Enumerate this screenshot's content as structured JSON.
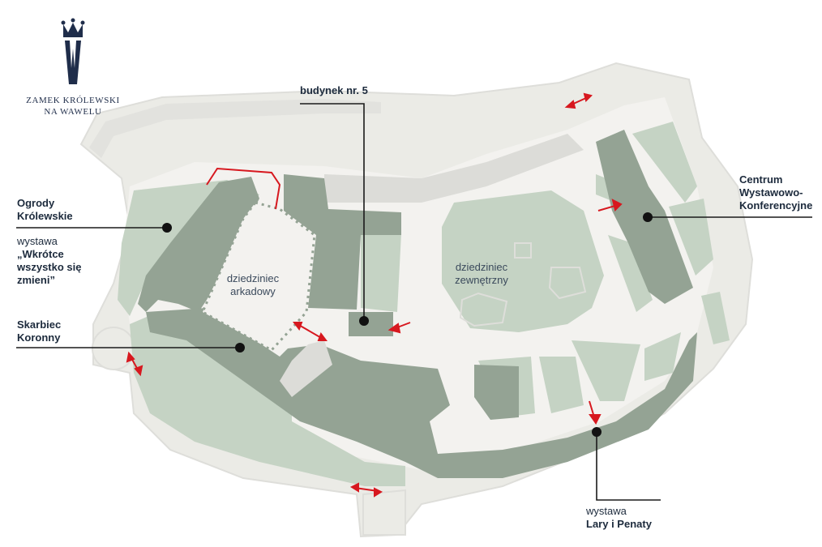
{
  "logo": {
    "icon": "crown-w-monogram-icon",
    "line1": "ZAMEK KRÓLEWSKI",
    "line2": "NA WAWELU",
    "color": "#1f2d4a"
  },
  "colors": {
    "outer_wall": "#ebebe6",
    "outer_wall_stroke": "#dededa",
    "ground": "#f3f2ef",
    "garden": "#c5d3c4",
    "building": "#94a394",
    "building_light": "#dcdcd8",
    "leader": "#1a1a1a",
    "arrow": "#d7181f"
  },
  "markers": {
    "budynek": {
      "title": "budynek nr. 5"
    },
    "ogrody": {
      "title_line1": "Ogrody",
      "title_line2": "Królewskie",
      "sub_line1": "wystawa",
      "sub_line2": "„Wkrótce",
      "sub_line3": "wszystko się",
      "sub_line4": "zmieni”"
    },
    "skarbiec": {
      "title_line1": "Skarbiec",
      "title_line2": "Koronny"
    },
    "centrum": {
      "title_line1": "Centrum",
      "title_line2": "Wystawowo-",
      "title_line3": "Konferencyjne"
    },
    "lary": {
      "sub": "wystawa",
      "title": "Lary i Penaty"
    }
  },
  "areas": {
    "arkadowy_line1": "dziedziniec",
    "arkadowy_line2": "arkadowy",
    "zewnetrzny_line1": "dziedziniec",
    "zewnetrzny_line2": "zewnętrzny"
  }
}
